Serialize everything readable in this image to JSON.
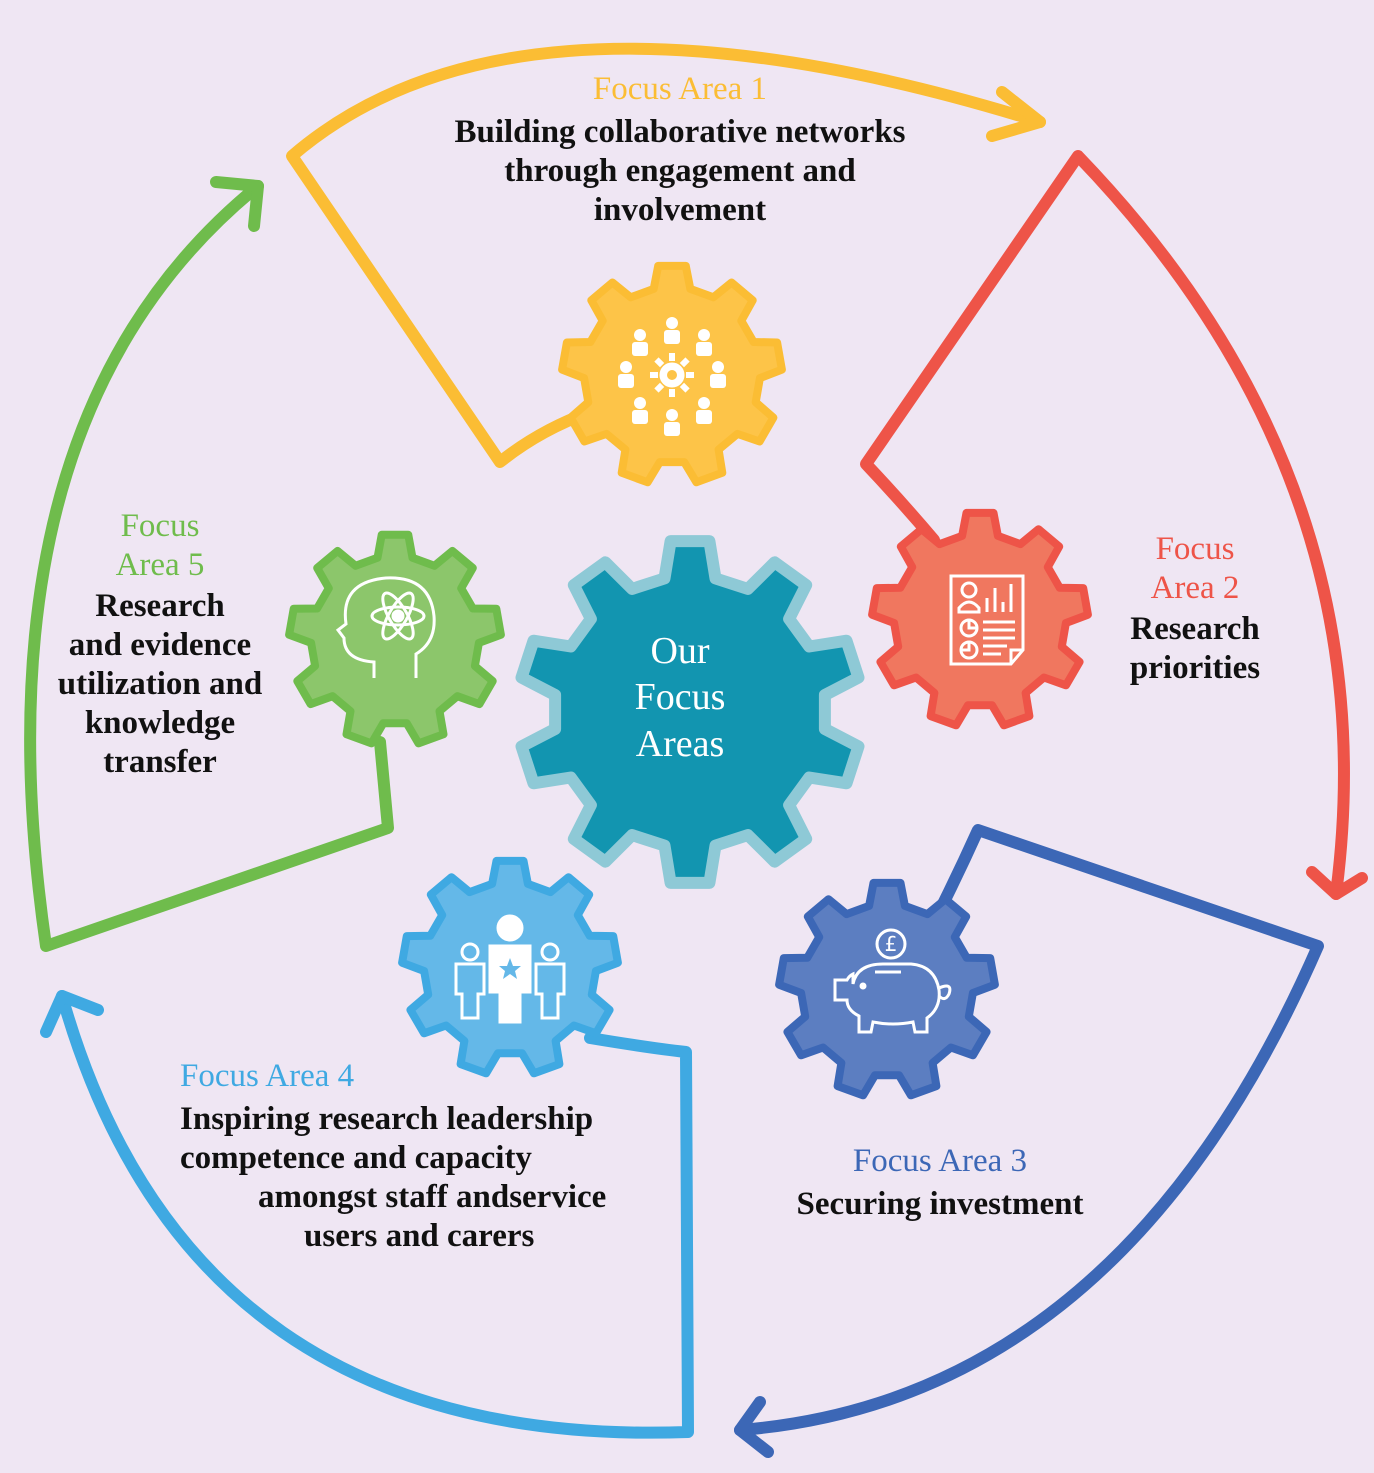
{
  "colors": {
    "background": "#efe6f3",
    "area1": "#fbbd34",
    "area1_gear": "#fdc448",
    "area2": "#ee5448",
    "area2_gear": "#f0775f",
    "area3": "#3c67b6",
    "area3_gear": "#5c7ec1",
    "area4": "#3fa9e2",
    "area4_gear": "#64b8e8",
    "area5": "#6fbc4c",
    "area5_gear": "#8cc66b",
    "center": "#1295b0",
    "center_outline": "#8ec9d6"
  },
  "center": {
    "title": [
      "Our",
      "Focus",
      "Areas"
    ]
  },
  "areas": [
    {
      "label": "Focus Area 1",
      "desc": [
        "Building collaborative networks",
        "through engagement and",
        "involvement"
      ],
      "icon": "people-network-icon"
    },
    {
      "label": [
        "Focus",
        "Area 2"
      ],
      "desc": [
        "Research",
        "priorities"
      ],
      "icon": "report-document-icon"
    },
    {
      "label": "Focus Area 3",
      "desc": "Securing investment",
      "icon": "piggy-bank-pound-icon"
    },
    {
      "label": "Focus Area 4",
      "desc": [
        "Inspiring research leadership",
        "competence and capacity",
        "amongst staff andservice",
        "users and carers"
      ],
      "icon": "team-leader-icon"
    },
    {
      "label": [
        "Focus",
        "Area 5"
      ],
      "desc": [
        "Research",
        "and evidence",
        "utilization and",
        "knowledge",
        "transfer"
      ],
      "icon": "brain-atom-icon"
    }
  ]
}
